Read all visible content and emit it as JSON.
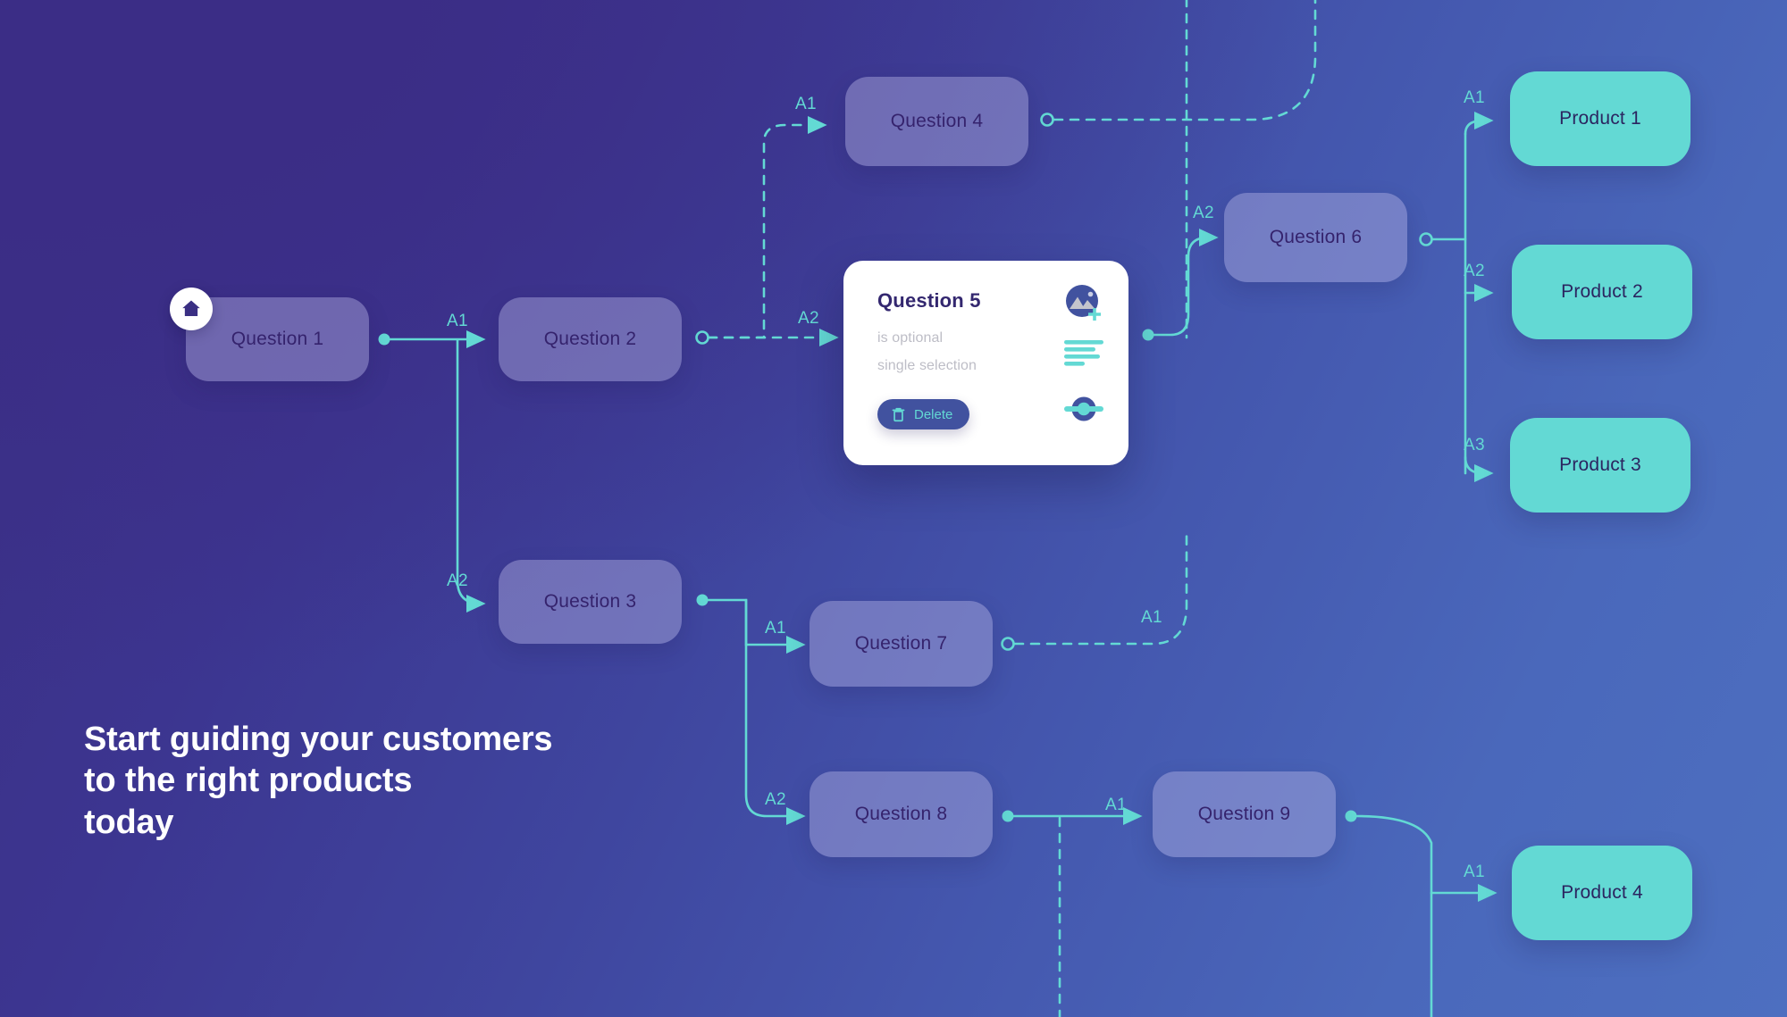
{
  "theme": {
    "bg_gradient_from": "#3a2f83",
    "bg_gradient_to": "#4d6fc0",
    "question_node_fill": "#b7b4e5",
    "question_node_text": "#35236d",
    "product_node_fill": "#63d9d4",
    "product_node_text": "#2b2560",
    "accent_teal": "#63d9d4",
    "card_bg": "#ffffff",
    "card_title_color": "#33276f",
    "card_muted_color": "#bdbdc6",
    "delete_button_bg": "#41529f"
  },
  "headline": {
    "line1": "Start guiding your customers",
    "line2": "to the right products",
    "line3": "today"
  },
  "flow": {
    "start_node_id": "question-1",
    "question_nodes": [
      {
        "id": "question-1",
        "label": "Question 1",
        "is_start": true
      },
      {
        "id": "question-2",
        "label": "Question 2",
        "is_start": false
      },
      {
        "id": "question-3",
        "label": "Question 3",
        "is_start": false
      },
      {
        "id": "question-4",
        "label": "Question 4",
        "is_start": false
      },
      {
        "id": "question-6",
        "label": "Question 6",
        "is_start": false
      },
      {
        "id": "question-7",
        "label": "Question 7",
        "is_start": false
      },
      {
        "id": "question-8",
        "label": "Question 8",
        "is_start": false
      },
      {
        "id": "question-9",
        "label": "Question 9",
        "is_start": false
      }
    ],
    "product_nodes": [
      {
        "id": "product-1",
        "label": "Product 1"
      },
      {
        "id": "product-2",
        "label": "Product 2"
      },
      {
        "id": "product-3",
        "label": "Product 3"
      },
      {
        "id": "product-4",
        "label": "Product 4"
      }
    ],
    "edge_labels": {
      "q1_to_q2": "A1",
      "q1_to_q3": "A2",
      "q2_to_q4": "A1",
      "q2_to_q5": "A2",
      "q3_to_q7": "A1",
      "q3_to_q8": "A2",
      "q5_to_q6": "A2",
      "q6_to_product1": "A1",
      "q6_to_product2": "A2",
      "q6_to_product3": "A3",
      "q7_to_up": "A1",
      "q8_to_q9": "A1",
      "q9_to_product4": "A1"
    }
  },
  "detail_card": {
    "title": "Question 5",
    "meta_optional": "is optional",
    "meta_selection": "single selection",
    "delete_label": "Delete",
    "icons": {
      "image": "add-image-icon",
      "list": "answer-list-icon",
      "toggle": "settings-toggle-icon",
      "trash": "trash-icon"
    }
  }
}
